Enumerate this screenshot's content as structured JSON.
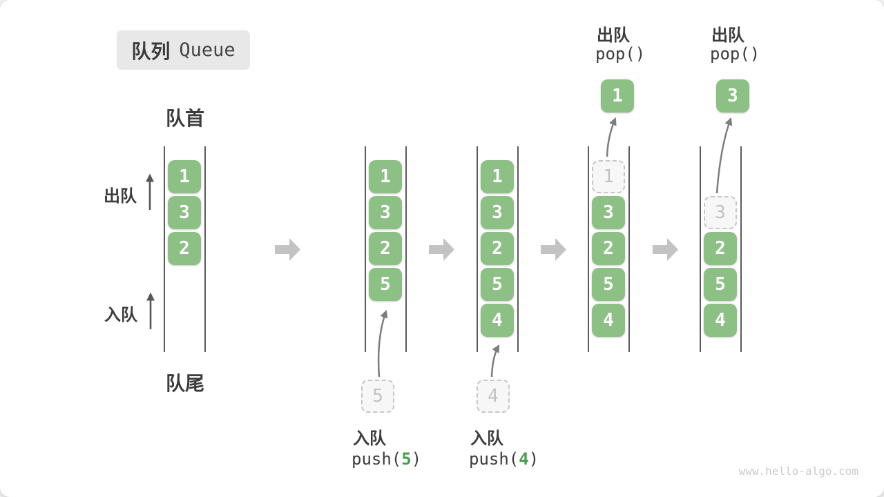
{
  "title": {
    "zh": "队列",
    "en": "Queue"
  },
  "labels": {
    "front": "队首",
    "rear": "队尾",
    "dequeue": "出队",
    "enqueue": "入队"
  },
  "colors": {
    "cell_green": "#8cc084",
    "accent_green": "#4a9e4f",
    "text_dark": "#3c3c3c",
    "block_arrow_gray": "#c3c3c3",
    "ghost_gray": "#c2c2c2",
    "title_bg": "#e8e8e8",
    "watermark_gray": "#cbcbcb"
  },
  "stages": [
    {
      "slots": [
        "1",
        "3",
        "2"
      ]
    },
    {
      "slots": [
        "1",
        "3",
        "2",
        "5"
      ],
      "incoming": "5",
      "op": {
        "label": "入队",
        "fn": "push(",
        "arg": "5",
        "close": ")"
      }
    },
    {
      "slots": [
        "1",
        "3",
        "2",
        "5",
        "4"
      ],
      "incoming": "4",
      "op": {
        "label": "入队",
        "fn": "push(",
        "arg": "4",
        "close": ")"
      }
    },
    {
      "ghost": "1",
      "slots": [
        "3",
        "2",
        "5",
        "4"
      ],
      "popped": "1",
      "op": {
        "label": "出队",
        "code": "pop()"
      }
    },
    {
      "ghost": "3",
      "slots": [
        "2",
        "5",
        "4"
      ],
      "popped": "3",
      "op": {
        "label": "出队",
        "code": "pop()"
      }
    }
  ],
  "watermark": "www.hello-algo.com"
}
